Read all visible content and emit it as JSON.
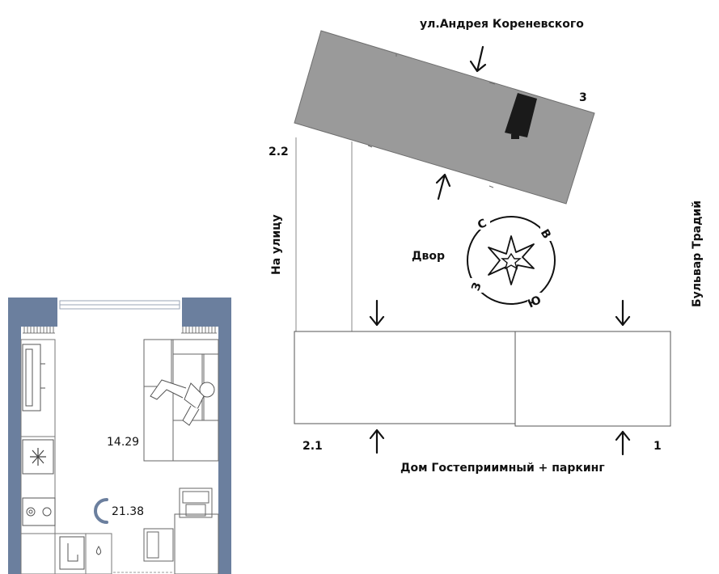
{
  "site": {
    "street_top": "ул.Андрея Кореневского",
    "street_left": "На улицу",
    "street_right": "Бульвар Традий",
    "street_bottom": "Дом Гостеприимный + паркинг",
    "yard": "Двор",
    "building_labels": [
      "1",
      "2.1",
      "2.2",
      "3"
    ]
  },
  "compass": {
    "north": "С",
    "east": "В",
    "south": "Ю",
    "west": "З"
  },
  "plan": {
    "living_area": "14.29",
    "total_area": "21.38",
    "accent_color": "#6b7f9e"
  },
  "colors": {
    "building_fill": "#9a9a9a",
    "elevator_fill": "#1a1a1a"
  }
}
